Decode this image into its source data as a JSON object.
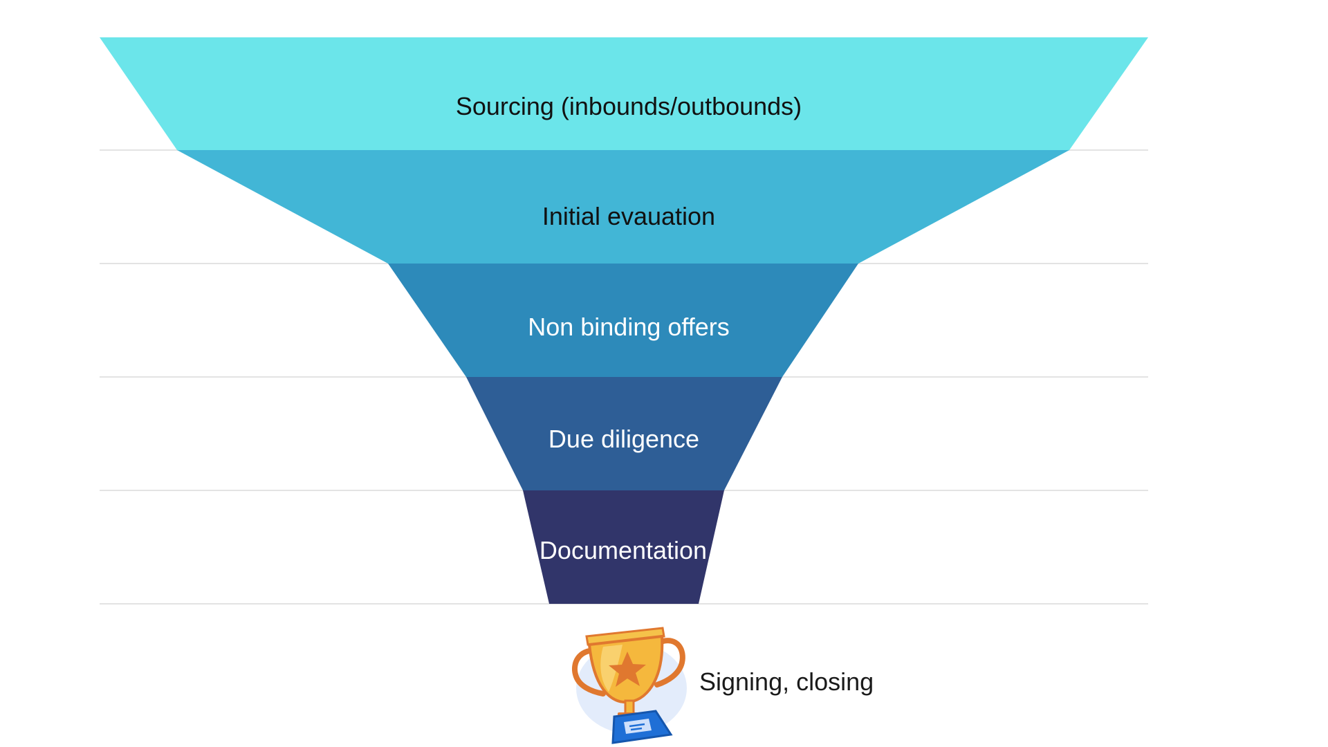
{
  "funnel": {
    "stages": [
      {
        "label": "Sourcing (inbounds/outbounds)",
        "color": "#6BE5EA",
        "text_color": "#111111"
      },
      {
        "label": "Initial evauation",
        "color": "#42B6D6",
        "text_color": "#111111"
      },
      {
        "label": "Non binding offers",
        "color": "#2D8ABA",
        "text_color": "#ffffff"
      },
      {
        "label": "Due diligence",
        "color": "#2E5E96",
        "text_color": "#ffffff"
      },
      {
        "label": "Documentation",
        "color": "#31356A",
        "text_color": "#ffffff"
      }
    ]
  },
  "result": {
    "label": "Signing, closing",
    "icon": "trophy-icon"
  },
  "colors": {
    "divider": "#DADADA",
    "trophy_gold": "#F5B83D",
    "trophy_orange": "#E0782F",
    "trophy_base": "#1F6FD6",
    "halo": "#E3ECFB"
  }
}
